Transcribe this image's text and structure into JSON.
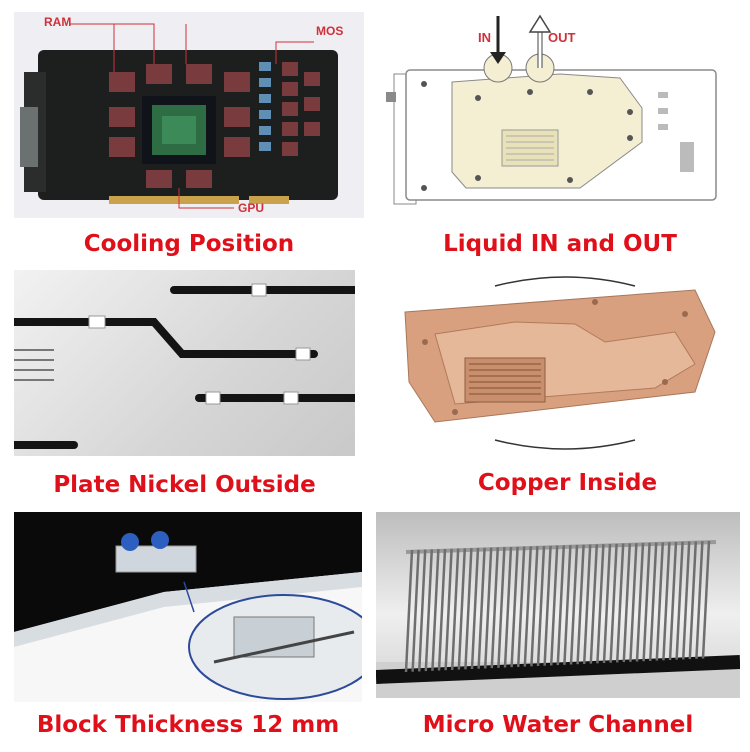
{
  "captions": {
    "cooling_position": "Cooling Position",
    "liquid_in_out": "Liquid IN and OUT",
    "plate_nickel": "Plate Nickel Outside",
    "copper_inside": "Copper Inside",
    "block_thickness": "Block Thickness 12 mm",
    "micro_channel": "Micro Water Channel"
  },
  "labels": {
    "ram": "RAM",
    "mos": "MOS",
    "gpu": "GPU",
    "in": "IN",
    "out": "OUT"
  },
  "colors": {
    "caption": "#e0101b",
    "label": "#d0303a",
    "pcb": "#1b1e1c",
    "copper": "#d9a07f",
    "chip_green": "#2e6d44"
  }
}
